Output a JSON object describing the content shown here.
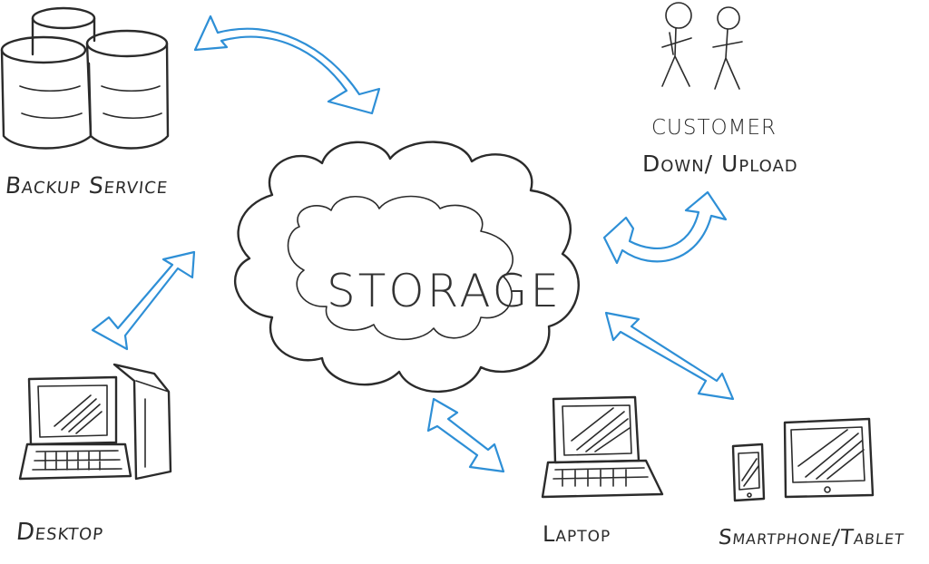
{
  "diagram": {
    "center_label": "STORAGE",
    "nodes": {
      "backup": "Backup Service",
      "customer_line1": "CUSTOMER",
      "customer_line2": "Down/ Upload",
      "desktop": "Desktop",
      "laptop": "Laptop",
      "smartphone_tablet": "Smartphone/Tablet"
    },
    "colors": {
      "ink": "#2b2b2b",
      "arrow": "#2e8fd6",
      "arrow_fill": "#ffffff"
    },
    "icons": [
      "database-icon",
      "stick-figures-icon",
      "desktop-computer-icon",
      "laptop-icon",
      "smartphone-icon",
      "tablet-icon",
      "cloud-icon"
    ]
  }
}
